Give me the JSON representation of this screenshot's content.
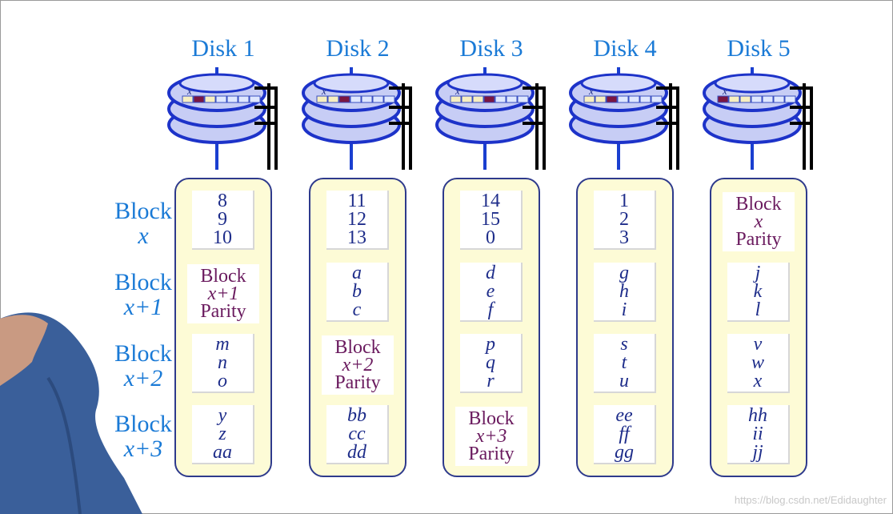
{
  "disks": [
    {
      "title": "Disk 1",
      "stripes": [
        {
          "type": "data",
          "lines": [
            "8",
            "9",
            "10"
          ]
        },
        {
          "type": "parity",
          "block": "Block",
          "offset": "x+1",
          "parity": "Parity"
        },
        {
          "type": "letters",
          "lines": [
            "m",
            "n",
            "o"
          ]
        },
        {
          "type": "letters",
          "lines": [
            "y",
            "z",
            "aa"
          ]
        }
      ]
    },
    {
      "title": "Disk 2",
      "stripes": [
        {
          "type": "data",
          "lines": [
            "11",
            "12",
            "13"
          ]
        },
        {
          "type": "letters",
          "lines": [
            "a",
            "b",
            "c"
          ]
        },
        {
          "type": "parity",
          "block": "Block",
          "offset": "x+2",
          "parity": "Parity"
        },
        {
          "type": "letters",
          "lines": [
            "bb",
            "cc",
            "dd"
          ]
        }
      ]
    },
    {
      "title": "Disk 3",
      "stripes": [
        {
          "type": "data",
          "lines": [
            "14",
            "15",
            "0"
          ]
        },
        {
          "type": "letters",
          "lines": [
            "d",
            "e",
            "f"
          ]
        },
        {
          "type": "letters",
          "lines": [
            "p",
            "q",
            "r"
          ]
        },
        {
          "type": "parity",
          "block": "Block",
          "offset": "x+3",
          "parity": "Parity"
        }
      ]
    },
    {
      "title": "Disk 4",
      "stripes": [
        {
          "type": "data",
          "lines": [
            "1",
            "2",
            "3"
          ]
        },
        {
          "type": "letters",
          "lines": [
            "g",
            "h",
            "i"
          ]
        },
        {
          "type": "letters",
          "lines": [
            "s",
            "t",
            "u"
          ]
        },
        {
          "type": "letters",
          "lines": [
            "ee",
            "ff",
            "gg"
          ]
        }
      ]
    },
    {
      "title": "Disk 5",
      "stripes": [
        {
          "type": "parity",
          "block": "Block",
          "offset": "x",
          "parity": "Parity"
        },
        {
          "type": "letters",
          "lines": [
            "j",
            "k",
            "l"
          ]
        },
        {
          "type": "letters",
          "lines": [
            "v",
            "w",
            "x"
          ]
        },
        {
          "type": "letters",
          "lines": [
            "hh",
            "ii",
            "jj"
          ]
        }
      ]
    }
  ],
  "row_labels": [
    {
      "word": "Block",
      "var": "x"
    },
    {
      "word": "Block",
      "var": "x+1"
    },
    {
      "word": "Block",
      "var": "x+2"
    },
    {
      "word": "Block",
      "var": "x+3"
    }
  ],
  "platter_labels": [
    "x",
    "x",
    "x",
    "x",
    "x"
  ],
  "highlight_segment": [
    1,
    2,
    3,
    2,
    0
  ],
  "watermark": "https://blog.csdn.net/Edidaughter",
  "colors": {
    "title": "#1a7ad6",
    "data_text": "#1e2d8a",
    "parity_text": "#6a1a5e",
    "column_fill": "#fdfbd6",
    "column_border": "#2e3a8c",
    "platter_fill": "#c7cdf5",
    "platter_edge": "#1d33c9",
    "highlight": "#7a1642",
    "sector_light": "#f7efc0"
  }
}
